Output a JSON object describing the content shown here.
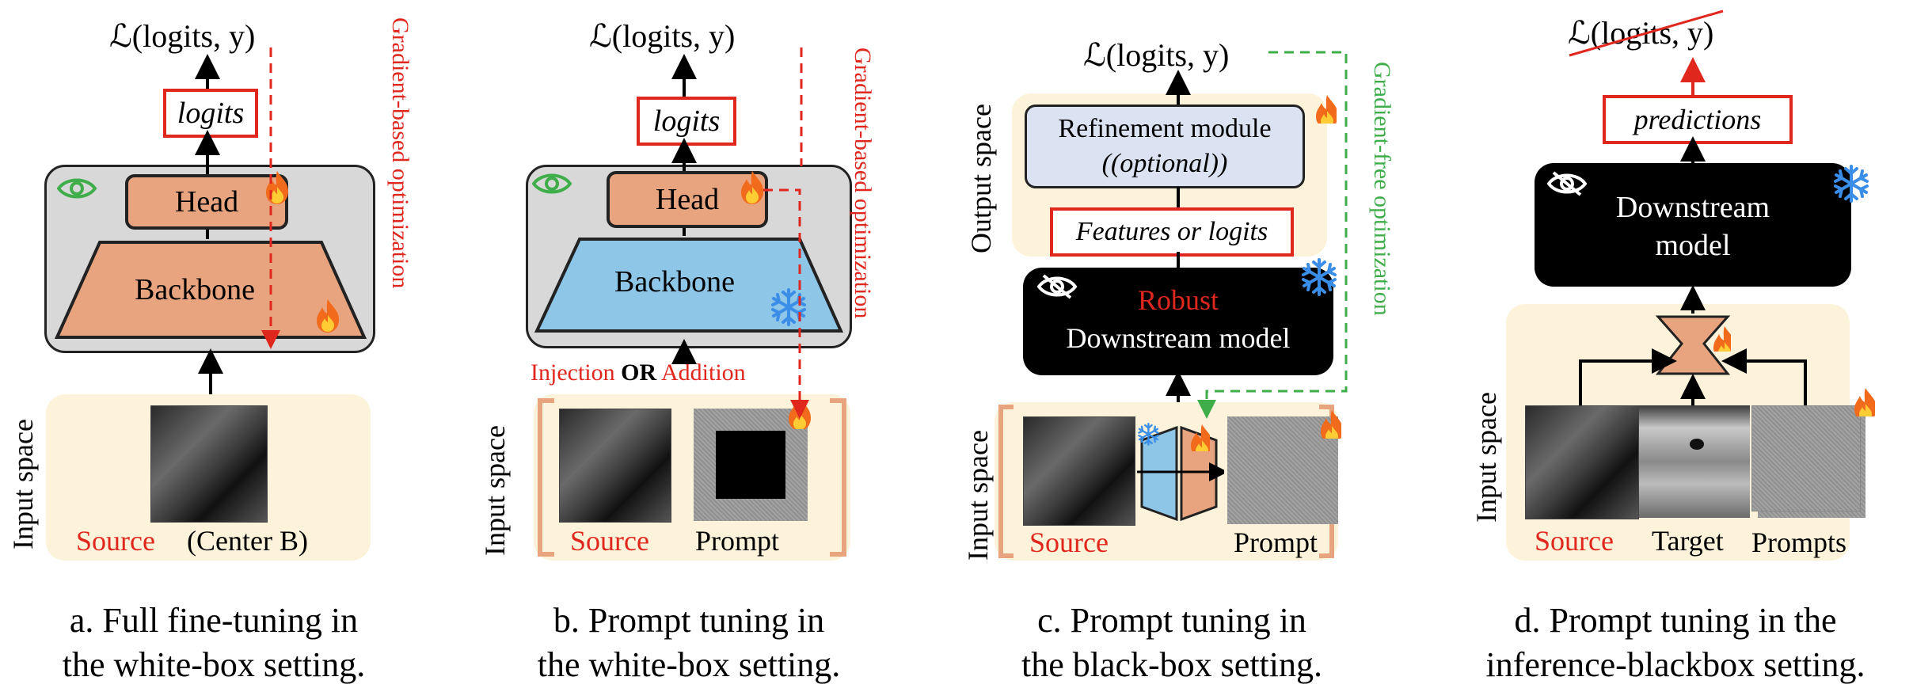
{
  "colors": {
    "red": "#e0271e",
    "green": "#3fae4a",
    "head": "#e8a47f",
    "backbone_white": "#e8a47f",
    "backbone_frozen": "#8ec6e8",
    "panel_gray": "#d8d8d8",
    "input_cream": "#fcf3da",
    "refine": "#dbe2f2"
  },
  "panel_a": {
    "loss": "ℒ(logits, y)",
    "logits": "logits",
    "head": "Head",
    "backbone": "Backbone",
    "gradient": "Gradient-based optimization",
    "input_space": "Input space",
    "source": "Source",
    "center": "(Center B)",
    "caption": [
      "a. Full fine-tuning in",
      "the white-box setting."
    ]
  },
  "panel_b": {
    "loss": "ℒ(logits, y)",
    "logits": "logits",
    "head": "Head",
    "backbone": "Backbone",
    "gradient": "Gradient-based optimization",
    "injection": "Injection",
    "or": "OR",
    "addition": "Addition",
    "input_space": "Input space",
    "source": "Source",
    "prompt": "Prompt",
    "caption": [
      "b. Prompt tuning in",
      "the white-box setting."
    ]
  },
  "panel_c": {
    "loss": "ℒ(logits, y)",
    "output_space": "Output space",
    "refine_line1": "Refinement module",
    "refine_line2": "(optional)",
    "features": "Features or logits",
    "robust": "Robust",
    "downstream": "Downstream model",
    "gradient_free": "Gradient-free optimization",
    "input_space": "Input space",
    "source": "Source",
    "prompt": "Prompt",
    "caption": [
      "c. Prompt tuning in",
      "the black-box setting."
    ]
  },
  "panel_d": {
    "loss": "ℒ(logits, y)",
    "predictions": "predictions",
    "downstream_line1": "Downstream",
    "downstream_line2": "model",
    "input_space": "Input space",
    "source": "Source",
    "target": "Target",
    "prompts": "Prompts",
    "caption": [
      "d. Prompt tuning in the",
      "inference-blackbox setting."
    ]
  },
  "icons": {
    "eye": "eye-icon",
    "eye_slash": "eye-slash-icon",
    "fire": "fire-icon",
    "snowflake": "snowflake-icon"
  }
}
